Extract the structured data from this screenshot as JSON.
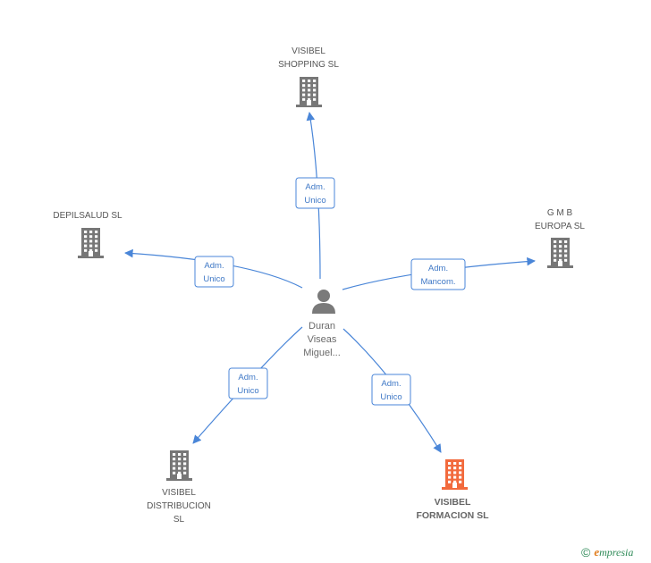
{
  "diagram": {
    "center_person": {
      "label_lines": [
        "Duran",
        "Viseas",
        "Miguel..."
      ],
      "icon": "person-icon",
      "color": "#7a7a7a"
    },
    "companies": [
      {
        "id": "visibel-shopping",
        "label_lines": [
          "VISIBEL",
          "SHOPPING SL"
        ],
        "icon": "building-icon",
        "color": "#777777",
        "highlight": false
      },
      {
        "id": "depilsalud",
        "label_lines": [
          "DEPILSALUD  SL"
        ],
        "icon": "building-icon",
        "color": "#777777",
        "highlight": false
      },
      {
        "id": "gmb-europa",
        "label_lines": [
          "G M B",
          "EUROPA SL"
        ],
        "icon": "building-icon",
        "color": "#777777",
        "highlight": false
      },
      {
        "id": "visibel-distribucion",
        "label_lines": [
          "VISIBEL",
          "DISTRIBUCION",
          "SL"
        ],
        "icon": "building-icon",
        "color": "#777777",
        "highlight": false
      },
      {
        "id": "visibel-formacion",
        "label_lines": [
          "VISIBEL",
          "FORMACION SL"
        ],
        "icon": "building-icon",
        "color": "#f26a3d",
        "highlight": true
      }
    ],
    "edges": [
      {
        "to": "visibel-shopping",
        "role_lines": [
          "Adm.",
          "Unico"
        ]
      },
      {
        "to": "depilsalud",
        "role_lines": [
          "Adm.",
          "Unico"
        ]
      },
      {
        "to": "gmb-europa",
        "role_lines": [
          "Adm.",
          "Mancom."
        ]
      },
      {
        "to": "visibel-distribucion",
        "role_lines": [
          "Adm.",
          "Unico"
        ]
      },
      {
        "to": "visibel-formacion",
        "role_lines": [
          "Adm.",
          "Unico"
        ]
      }
    ],
    "edge_color": "#4a86d8"
  },
  "brand": {
    "copyright_symbol": "©",
    "initial": "e",
    "rest": "mpresia"
  }
}
